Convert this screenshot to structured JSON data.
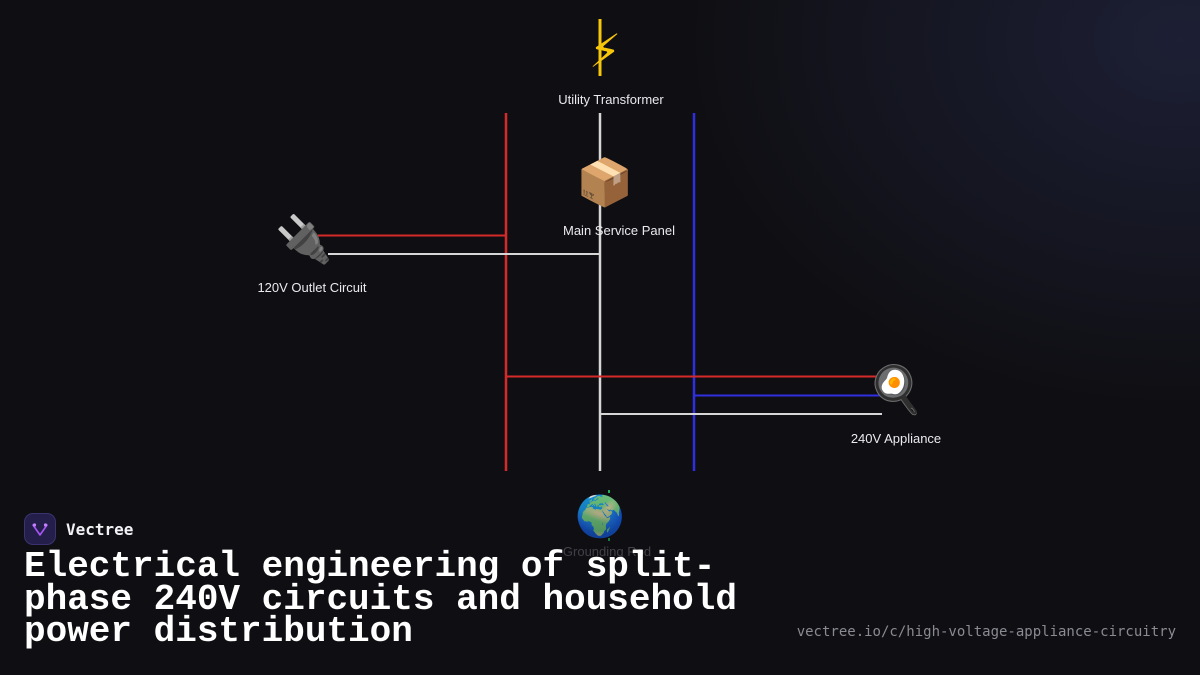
{
  "diagram": {
    "nodes": {
      "transformer": {
        "icon": "lightning-bolt-icon",
        "glyph": "⚡",
        "label": "Utility Transformer"
      },
      "panel": {
        "icon": "package-box-icon",
        "glyph": "📦",
        "label": "Main Service Panel"
      },
      "outlet": {
        "icon": "electric-plug-icon",
        "glyph": "🔌",
        "label": "120V Outlet Circuit"
      },
      "appliance": {
        "icon": "frying-pan-icon",
        "glyph": "🍳",
        "label": "240V Appliance"
      },
      "ground": {
        "icon": "globe-icon",
        "glyph": "🌍",
        "label": "Grounding Rod"
      }
    },
    "colors": {
      "hot_leg_1": "#d42a2a",
      "neutral": "#d6d6d6",
      "hot_leg_2": "#2f2fe0",
      "ground_wire": "#22c55e",
      "transformer_wire": "#f6c60a"
    }
  },
  "brand": {
    "name": "Vectree",
    "logo_icon": "vectree-logo-icon"
  },
  "headline": "Electrical engineering of split-phase 240V circuits and household power distribution",
  "source_url": "vectree.io/c/high-voltage-appliance-circuitry"
}
